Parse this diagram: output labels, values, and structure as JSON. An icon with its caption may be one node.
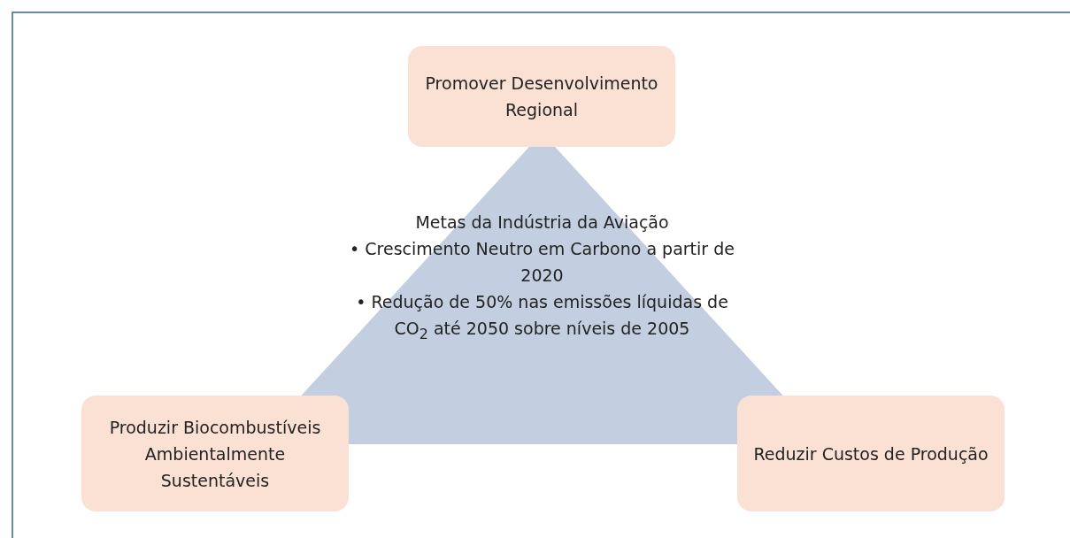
{
  "diagram": {
    "nodes": [
      {
        "text": [
          "Promover Desenvolvimento Regional"
        ]
      },
      {
        "text": [
          "Metas da Indústria da Aviação",
          "• Crescimento Neutro em Carbono a partir de 2020",
          "• Redução de 50% nas emissões líquidas de CO$_{2}$ até 2050 sobre níveis de 2005"
        ]
      },
      {
        "text": [
          "Produzir Biocombustíveis Ambientalmente Sustentáveis"
        ]
      },
      {
        "text": [
          "Reduzir Custos de Produção"
        ]
      }
    ],
    "edges": []
  }
}
